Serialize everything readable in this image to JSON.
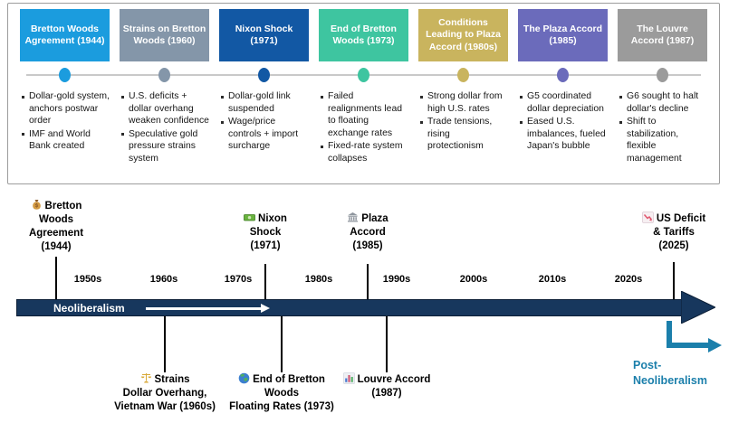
{
  "top_panel": {
    "events": [
      {
        "title": "Bretton Woods Agreement (1944)",
        "color": "#1B9CDE",
        "bullets": [
          "Dollar-gold system, anchors postwar order",
          "IMF and World Bank created"
        ]
      },
      {
        "title": "Strains on Bretton Woods (1960)",
        "color": "#8496A9",
        "bullets": [
          "U.S. deficits + dollar overhang weaken confidence",
          "Speculative gold pressure strains system"
        ]
      },
      {
        "title": "Nixon Shock (1971)",
        "color": "#1258A4",
        "bullets": [
          "Dollar-gold link suspended",
          "Wage/price controls + import surcharge"
        ]
      },
      {
        "title": "End of Bretton Woods (1973)",
        "color": "#3EC5A0",
        "bullets": [
          "Failed realignments lead to floating exchange rates",
          "Fixed-rate system collapses"
        ]
      },
      {
        "title": "Conditions Leading to Plaza Accord (1980s)",
        "color": "#C9B45E",
        "bullets": [
          "Strong dollar from high U.S. rates",
          "Trade tensions, rising protectionism"
        ]
      },
      {
        "title": "The Plaza Accord (1985)",
        "color": "#6B6BBB",
        "bullets": [
          "G5 coordinated dollar depreciation",
          "Eased U.S. imbalances, fueled Japan's bubble"
        ]
      },
      {
        "title": "The Louvre Accord (1987)",
        "color": "#9B9B9B",
        "bullets": [
          "G6 sought to halt dollar's decline",
          "Shift to stabilization, flexible management"
        ]
      }
    ]
  },
  "timeline": {
    "bar_color": "#17375D",
    "bar_label": "Neoliberalism",
    "post_color": "#1B7FAB",
    "post_lines": [
      "Post-",
      "Neoliberalism"
    ],
    "decades": [
      "1950s",
      "1960s",
      "1970s",
      "1980s",
      "1990s",
      "2000s",
      "2010s",
      "2020s"
    ],
    "events_above": [
      {
        "icon": "money-bag",
        "lines": [
          "Bretton",
          "Woods",
          "Agreement",
          "(1944)"
        ]
      },
      {
        "icon": "dollar-banknote",
        "lines": [
          "Nixon",
          "Shock",
          "(1971)"
        ]
      },
      {
        "icon": "classical-building",
        "lines": [
          "Plaza",
          "Accord",
          "(1985)"
        ]
      },
      {
        "icon": "chart-decreasing",
        "lines": [
          "US Deficit",
          "& Tariffs",
          "(2025)"
        ]
      }
    ],
    "events_below": [
      {
        "icon": "balance-scale",
        "lines": [
          "Strains",
          "Dollar Overhang,",
          "Vietnam War (1960s)"
        ]
      },
      {
        "icon": "globe",
        "lines": [
          "End of Bretton",
          "Woods",
          "Floating Rates (1973)"
        ]
      },
      {
        "icon": "bar-chart",
        "lines": [
          "Louvre Accord",
          "(1987)"
        ]
      }
    ]
  }
}
